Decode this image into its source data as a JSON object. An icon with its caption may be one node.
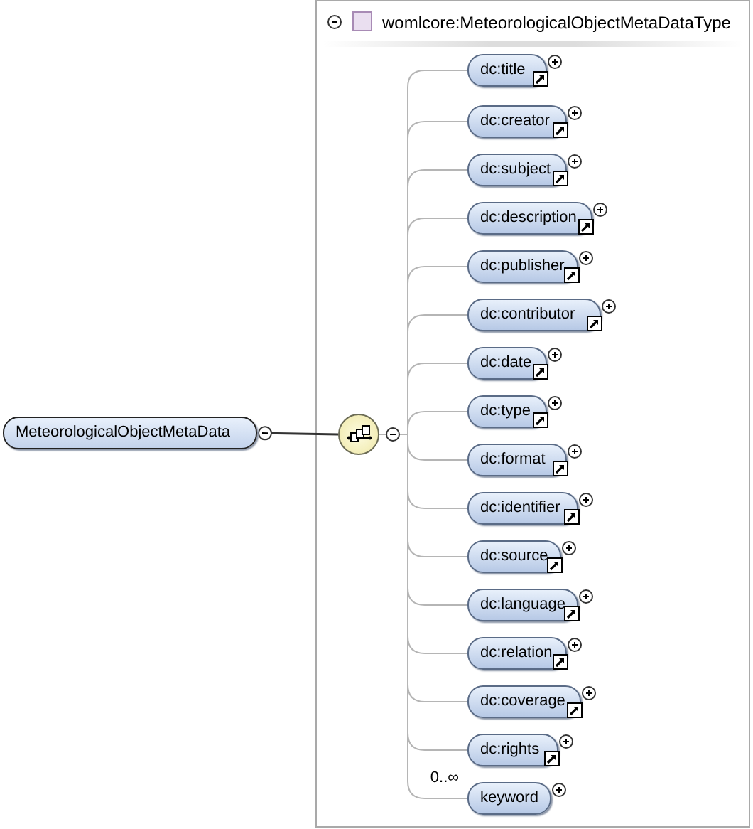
{
  "diagram": {
    "nodes": [
      {
        "text": [
          "MeteorologicalObjectMetaData"
        ]
      },
      {
        "text": [
          "womlcore:MeteorologicalObjectMetaDataType"
        ]
      },
      {
        "text": [],
        "shape": "circle",
        "in": 1
      },
      {
        "text": [
          "dc:title"
        ],
        "in": 1
      },
      {
        "text": [
          "dc:creator"
        ],
        "in": 1
      },
      {
        "text": [
          "dc:subject"
        ],
        "in": 1
      },
      {
        "text": [
          "dc:description"
        ],
        "in": 1
      },
      {
        "text": [
          "dc:publisher"
        ],
        "in": 1
      },
      {
        "text": [
          "dc:contributor"
        ],
        "in": 1
      },
      {
        "text": [
          "dc:date"
        ],
        "in": 1
      },
      {
        "text": [
          "dc:type"
        ],
        "in": 1
      },
      {
        "text": [
          "dc:format"
        ],
        "in": 1
      },
      {
        "text": [
          "dc:identifier"
        ],
        "in": 1
      },
      {
        "text": [
          "dc:source"
        ],
        "in": 1
      },
      {
        "text": [
          "dc:language"
        ],
        "in": 1
      },
      {
        "text": [
          "dc:relation"
        ],
        "in": 1
      },
      {
        "text": [
          "dc:coverage"
        ],
        "in": 1
      },
      {
        "text": [
          "dc:rights"
        ],
        "in": 1
      },
      {
        "text": [
          "keyword"
        ],
        "in": 1,
        "beside": [
          "0..∞"
        ]
      }
    ],
    "edges": [
      {
        "from": 0,
        "to": 2,
        "arrow": "other",
        "color": "#333333"
      },
      {
        "from": 2,
        "to": 3,
        "arrow": "none"
      },
      {
        "from": 2,
        "to": 4,
        "arrow": "none"
      },
      {
        "from": 2,
        "to": 5,
        "arrow": "none"
      },
      {
        "from": 2,
        "to": 6,
        "arrow": "none"
      },
      {
        "from": 2,
        "to": 7,
        "arrow": "none"
      },
      {
        "from": 2,
        "to": 8,
        "arrow": "none"
      },
      {
        "from": 2,
        "to": 9,
        "arrow": "none"
      },
      {
        "from": 2,
        "to": 10,
        "arrow": "none"
      },
      {
        "from": 2,
        "to": 11,
        "arrow": "none"
      },
      {
        "from": 2,
        "to": 12,
        "arrow": "none"
      },
      {
        "from": 2,
        "to": 13,
        "arrow": "none"
      },
      {
        "from": 2,
        "to": 14,
        "arrow": "none"
      },
      {
        "from": 2,
        "to": 15,
        "arrow": "none"
      },
      {
        "from": 2,
        "to": 16,
        "arrow": "none"
      },
      {
        "from": 2,
        "to": 17,
        "arrow": "none"
      },
      {
        "from": 2,
        "to": 18,
        "arrow": "none"
      }
    ]
  }
}
